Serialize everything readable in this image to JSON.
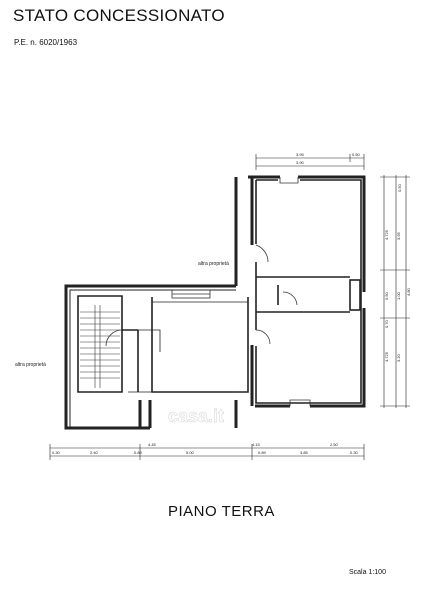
{
  "header": {
    "title": "STATO CONCESSIONATO",
    "practice": "P.E. n. 6020/1963"
  },
  "plan": {
    "labels": {
      "neighbor_top": "altra proprietà",
      "neighbor_left": "altra proprietà"
    },
    "top_dimensions": [
      "3.95",
      "0.50",
      "3.90"
    ],
    "right_dimensions": [
      "0.50",
      "4.725",
      "3.95",
      "4.80",
      "1.00",
      "0.50",
      "0.70",
      "4.725",
      "3.20"
    ],
    "bottom_dimensions": [
      "4.45",
      "4.15",
      "2.50",
      "0.30",
      "2.40",
      "0.89",
      "5.00",
      "0.89",
      "3.85",
      "0.30"
    ],
    "watermark": "casa.it"
  },
  "footer": {
    "floor": "PIANO TERRA",
    "scale": "Scala 1:100"
  }
}
